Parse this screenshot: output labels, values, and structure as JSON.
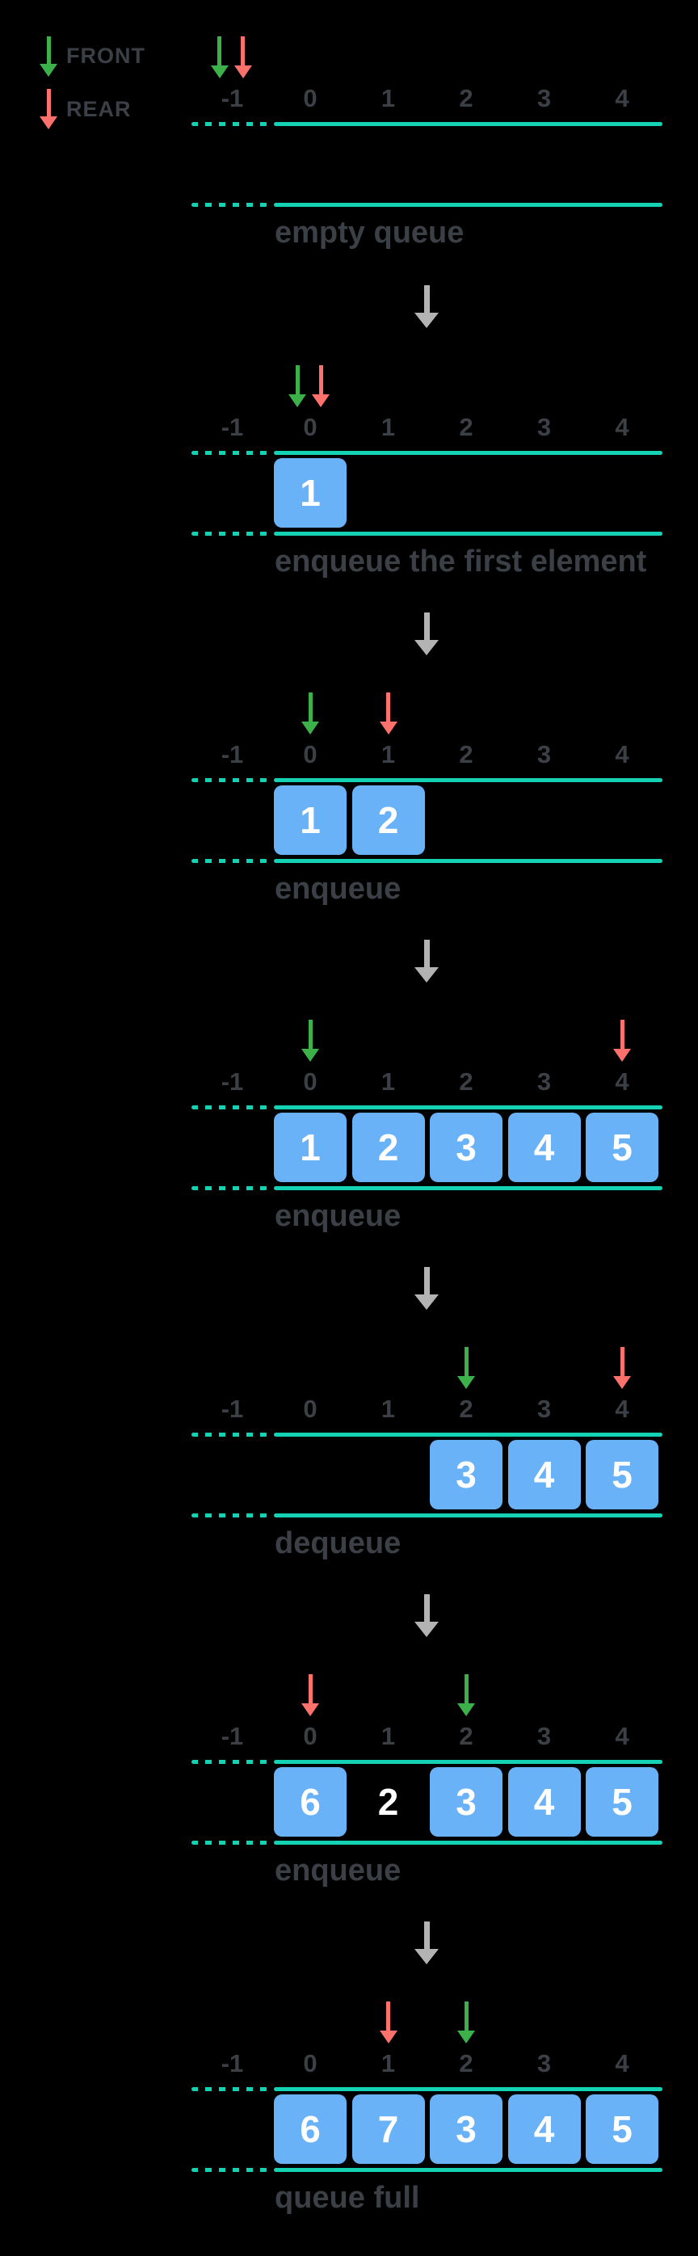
{
  "colors": {
    "background": "#000000",
    "teal": "#14d2b4",
    "blue": "#69b2f7",
    "green": "#3cb149",
    "red": "#fc716b",
    "gray_arrow": "#b3b3b3",
    "text": "#3b4046",
    "cell_text": "#ffffff"
  },
  "legend": {
    "front": "FRONT",
    "rear": "REAR"
  },
  "index_labels": [
    "-1",
    "0",
    "1",
    "2",
    "3",
    "4"
  ],
  "panels": [
    {
      "caption": "empty queue",
      "front_index": -1,
      "rear_index": -1,
      "has_transition_arrow": false,
      "cells": []
    },
    {
      "caption": "enqueue the first element",
      "front_index": 0,
      "rear_index": 0,
      "has_transition_arrow": true,
      "cells": [
        {
          "index": 0,
          "value": "1",
          "variant": "box"
        }
      ]
    },
    {
      "caption": "enqueue",
      "front_index": 0,
      "rear_index": 1,
      "has_transition_arrow": true,
      "cells": [
        {
          "index": 0,
          "value": "1",
          "variant": "box"
        },
        {
          "index": 1,
          "value": "2",
          "variant": "box"
        }
      ]
    },
    {
      "caption": "enqueue",
      "front_index": 0,
      "rear_index": 4,
      "has_transition_arrow": true,
      "cells": [
        {
          "index": 0,
          "value": "1",
          "variant": "box"
        },
        {
          "index": 1,
          "value": "2",
          "variant": "box"
        },
        {
          "index": 2,
          "value": "3",
          "variant": "box"
        },
        {
          "index": 3,
          "value": "4",
          "variant": "box"
        },
        {
          "index": 4,
          "value": "5",
          "variant": "box"
        }
      ]
    },
    {
      "caption": "dequeue",
      "front_index": 2,
      "rear_index": 4,
      "has_transition_arrow": true,
      "cells": [
        {
          "index": 2,
          "value": "3",
          "variant": "box"
        },
        {
          "index": 3,
          "value": "4",
          "variant": "box"
        },
        {
          "index": 4,
          "value": "5",
          "variant": "box"
        }
      ]
    },
    {
      "caption": "enqueue",
      "front_index": 2,
      "rear_index": 0,
      "has_transition_arrow": true,
      "cells": [
        {
          "index": 0,
          "value": "6",
          "variant": "box"
        },
        {
          "index": 1,
          "value": "2",
          "variant": "plain"
        },
        {
          "index": 2,
          "value": "3",
          "variant": "box"
        },
        {
          "index": 3,
          "value": "4",
          "variant": "box"
        },
        {
          "index": 4,
          "value": "5",
          "variant": "box"
        }
      ]
    },
    {
      "caption": "queue full",
      "front_index": 2,
      "rear_index": 1,
      "has_transition_arrow": true,
      "cells": [
        {
          "index": 0,
          "value": "6",
          "variant": "box"
        },
        {
          "index": 1,
          "value": "7",
          "variant": "box"
        },
        {
          "index": 2,
          "value": "3",
          "variant": "box"
        },
        {
          "index": 3,
          "value": "4",
          "variant": "box"
        },
        {
          "index": 4,
          "value": "5",
          "variant": "box"
        }
      ]
    }
  ]
}
